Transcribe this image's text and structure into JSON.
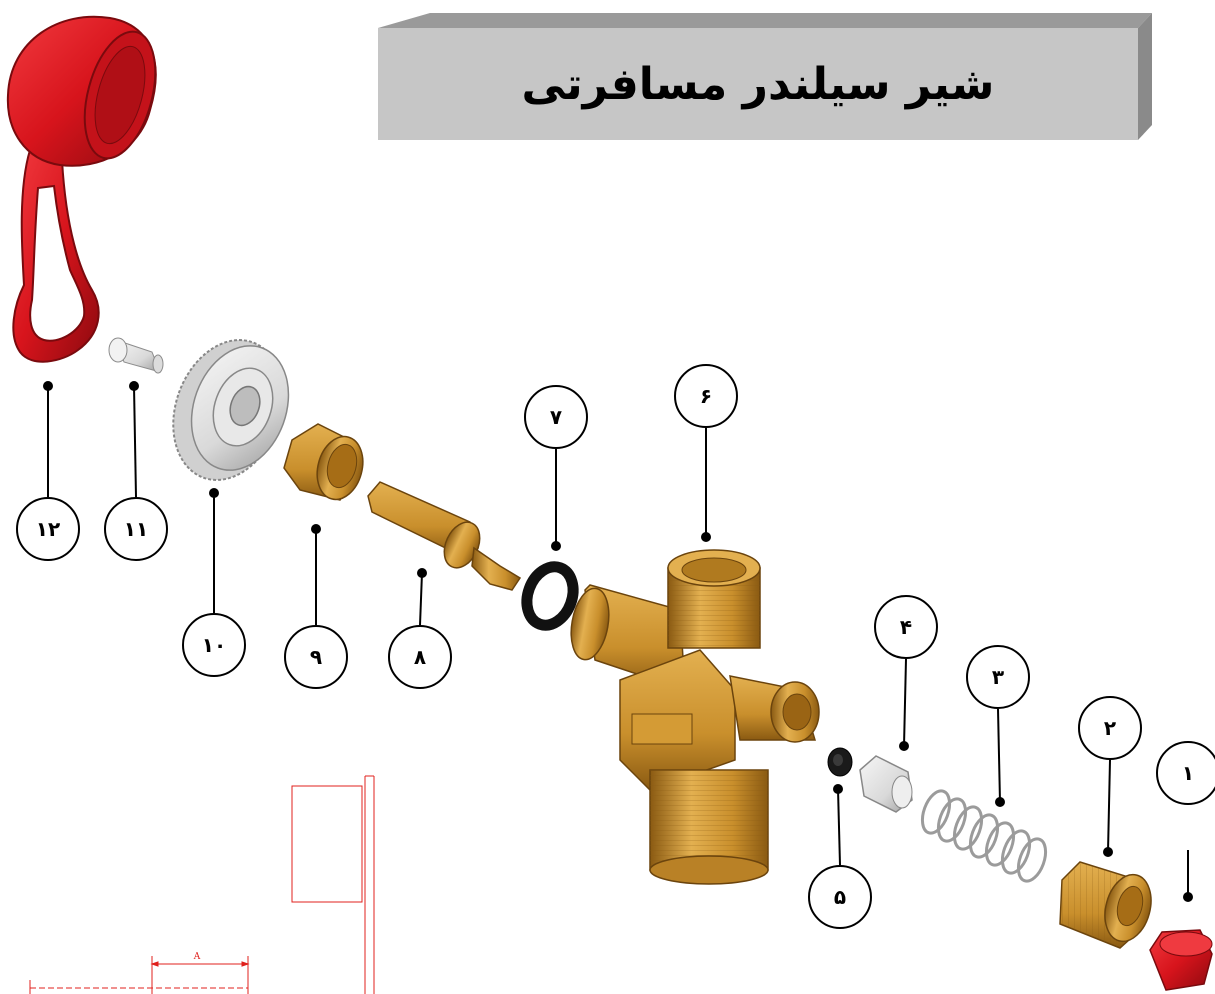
{
  "title": "شیر سیلندر مسافرتی",
  "colors": {
    "brass": "#c98f2c",
    "brass_light": "#e3b050",
    "brass_dark": "#8a5a12",
    "red": "#d7141c",
    "red_dark": "#8c0a0f",
    "banner": "#c6c6c6",
    "banner_top": "#9a9a9a",
    "cad_line": "#e0201c"
  },
  "dimension_label": "A",
  "parts": [
    {
      "number": "۱",
      "icon": "cap-red-icon"
    },
    {
      "number": "۲",
      "icon": "threaded-bushing-icon"
    },
    {
      "number": "۳",
      "icon": "spring-icon"
    },
    {
      "number": "۴",
      "icon": "valve-seat-icon"
    },
    {
      "number": "۵",
      "icon": "small-seal-icon"
    },
    {
      "number": "۶",
      "icon": "valve-body-icon"
    },
    {
      "number": "۷",
      "icon": "o-ring-icon"
    },
    {
      "number": "۸",
      "icon": "valve-stem-icon"
    },
    {
      "number": "۹",
      "icon": "gland-nut-icon"
    },
    {
      "number": "۱۰",
      "icon": "handwheel-icon"
    },
    {
      "number": "۱۱",
      "icon": "screw-icon"
    },
    {
      "number": "۱۲",
      "icon": "dust-cap-strap-icon"
    }
  ]
}
